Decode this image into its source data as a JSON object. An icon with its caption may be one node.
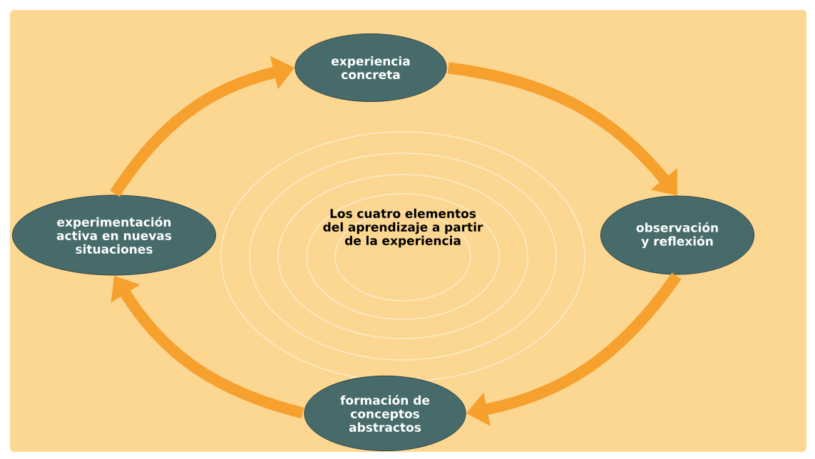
{
  "diagram": {
    "title": "Los cuatro elementos del aprendizaje a partir de la experiencia",
    "nodes": [
      {
        "text": [
          "experiencia concreta"
        ]
      },
      {
        "text": [
          "observación y reflexión"
        ]
      },
      {
        "text": [
          "formación de conceptos abstractos"
        ]
      },
      {
        "text": [
          "experimentación activa en nuevas situaciones"
        ]
      }
    ],
    "edges": [
      {
        "from": 0,
        "to": 1,
        "arrow": "to"
      },
      {
        "from": 1,
        "to": 2,
        "arrow": "to"
      },
      {
        "from": 2,
        "to": 3,
        "arrow": "to"
      },
      {
        "from": 3,
        "to": 0,
        "arrow": "to"
      }
    ]
  }
}
